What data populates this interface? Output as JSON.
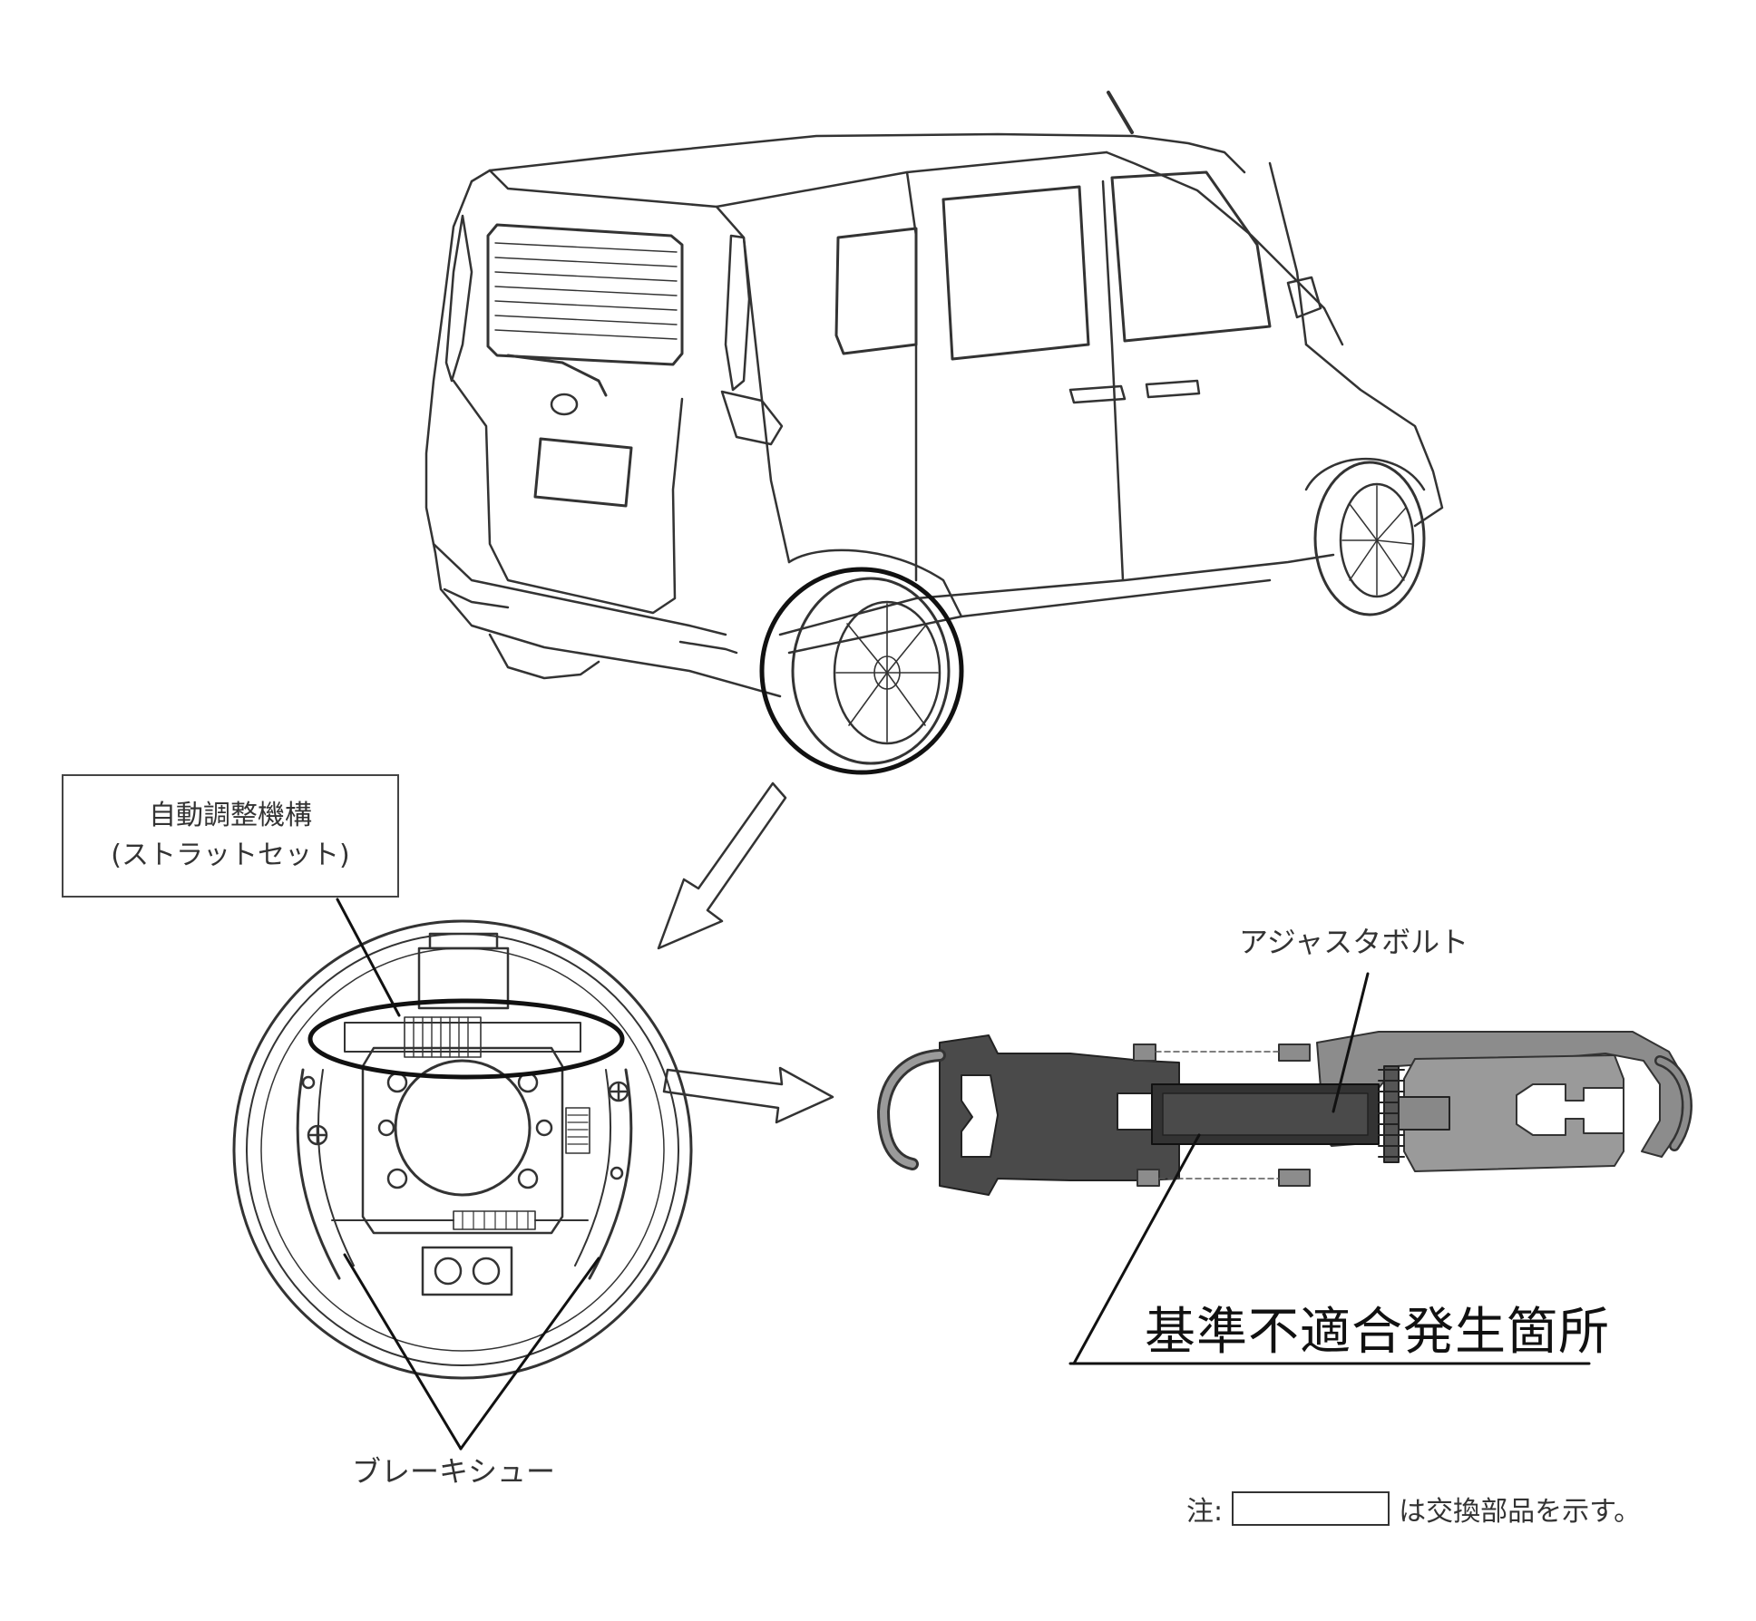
{
  "labels": {
    "part_name_line1": "自動調整機構",
    "part_name_line2": "(ストラットセット)",
    "adjust_bolt": "アジャスタボルト",
    "defect_location": "基準不適合発生箇所",
    "brake_shoe": "ブレーキシュー"
  },
  "note": {
    "prefix": "注:",
    "suffix": "は交換部品を示す。"
  },
  "colors": {
    "line": "#333333",
    "part_dark": "#4a4a4a",
    "part_light": "#8a8a8a"
  }
}
